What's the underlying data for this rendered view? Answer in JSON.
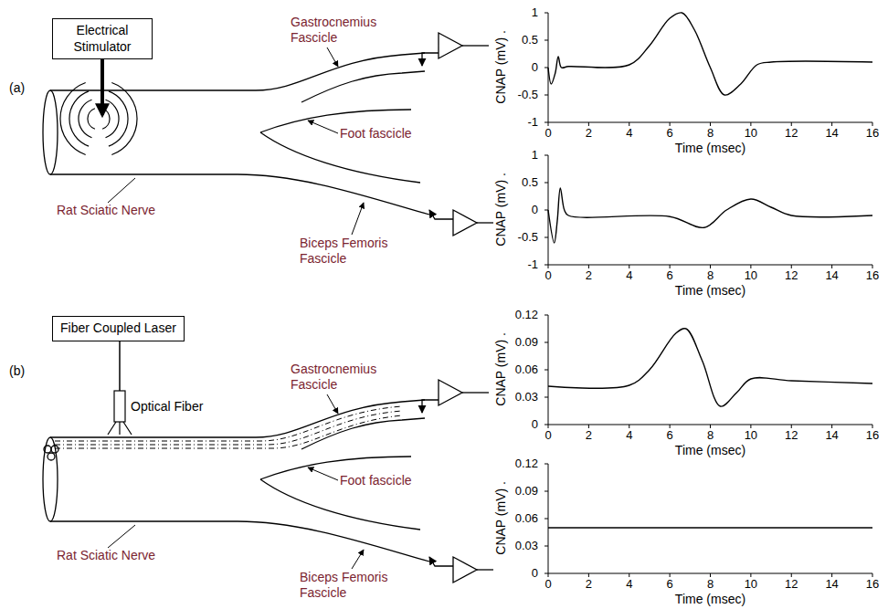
{
  "diagram": {
    "nodes": [
      {
        "text": [
          "Electrical Stimulator"
        ]
      },
      {
        "text": [
          "Fiber Coupled Laser"
        ]
      }
    ],
    "labels": [
      "(a)",
      "Gastrocnemius Fascicle",
      "Foot fascicle",
      "Rat Sciatic Nerve",
      "Biceps Femoris Fascicle",
      "(b)",
      "Optical Fiber",
      "Gastrocnemius Fascicle",
      "Foot fascicle",
      "Rat Sciatic Nerve",
      "Biceps Femoris Fascicle",
      "1",
      "0.5",
      "0",
      "-0.5",
      "-1",
      "0",
      "2",
      "4",
      "6",
      "8",
      "10",
      "12",
      "14",
      "16",
      "CNAP (mV) .",
      "Time (msec)",
      "1",
      "0.5",
      "0",
      "-0.5",
      "-1",
      "0",
      "2",
      "4",
      "6",
      "8",
      "10",
      "12",
      "14",
      "16",
      "CNAP (mV) .",
      "Time (msec)",
      "0.12",
      "0.09",
      "0.06",
      "0.03",
      "0",
      "0",
      "2",
      "4",
      "6",
      "8",
      "10",
      "12",
      "14",
      "16",
      "CNAP (mV) .",
      "Time (msec)",
      "0.12",
      "0.09",
      "0.06",
      "0.03",
      "0",
      "0",
      "2",
      "4",
      "6",
      "8",
      "10",
      "12",
      "14",
      "16",
      "CNAP (mV) .",
      "Time (msec)"
    ]
  }
}
